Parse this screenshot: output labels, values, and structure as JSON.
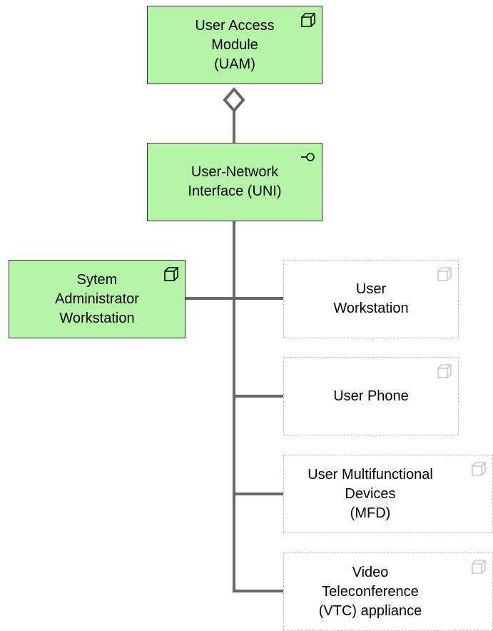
{
  "diagram": {
    "type": "archimate-application-view",
    "colors": {
      "element_fill": "#b5f5a8",
      "element_border": "#2f2f2f",
      "connector": "#666666",
      "dashed_border": "#bdbdbd",
      "dashed_icon": "#c8c8c8"
    },
    "nodes": [
      {
        "id": "uam",
        "label": "User Access\nModule\n(UAM)",
        "style": "solid",
        "icon": "application-component-icon"
      },
      {
        "id": "uni",
        "label": "User-Network\nInterface (UNI)",
        "style": "solid",
        "icon": "application-interface-icon"
      },
      {
        "id": "sysadmin",
        "label": "Sytem\nAdministrator\nWorkstation",
        "style": "solid",
        "icon": "application-component-icon"
      },
      {
        "id": "user-workstation",
        "label": "User\nWorkstation",
        "style": "dashed",
        "icon": "application-component-icon"
      },
      {
        "id": "user-phone",
        "label": "User Phone",
        "style": "dashed",
        "icon": "application-component-icon"
      },
      {
        "id": "user-mfd",
        "label": "User Multifunctional\nDevices\n(MFD)",
        "style": "dashed",
        "icon": "application-component-icon"
      },
      {
        "id": "vtc",
        "label": "Video\nTeleconference\n(VTC) appliance",
        "style": "dashed",
        "icon": "application-component-icon"
      }
    ],
    "edges": [
      {
        "from": "uni",
        "to": "uam",
        "type": "aggregation"
      },
      {
        "from": "uni",
        "to": "sysadmin",
        "type": "association"
      },
      {
        "from": "uni",
        "to": "user-workstation",
        "type": "association"
      },
      {
        "from": "uni",
        "to": "user-phone",
        "type": "association"
      },
      {
        "from": "uni",
        "to": "user-mfd",
        "type": "association"
      },
      {
        "from": "uni",
        "to": "vtc",
        "type": "association"
      }
    ]
  }
}
